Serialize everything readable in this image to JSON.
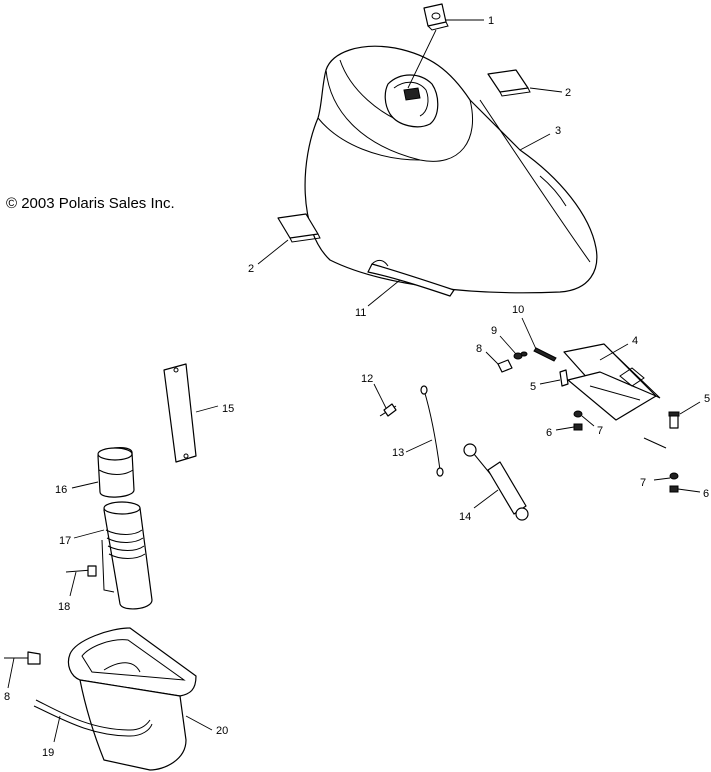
{
  "copyright": "© 2003 Polaris Sales Inc.",
  "callouts": {
    "c1": "1",
    "c2a": "2",
    "c3": "3",
    "c2b": "2",
    "c11": "11",
    "c10": "10",
    "c9": "9",
    "c8a": "8",
    "c4": "4",
    "c5a": "5",
    "c12": "12",
    "c15": "15",
    "c5b": "5",
    "c6a": "6",
    "c7a": "7",
    "c13": "13",
    "c14": "14",
    "c7b": "7",
    "c6b": "6",
    "c16": "16",
    "c17": "17",
    "c18": "18",
    "c8b": "8",
    "c20": "20",
    "c19": "19"
  }
}
